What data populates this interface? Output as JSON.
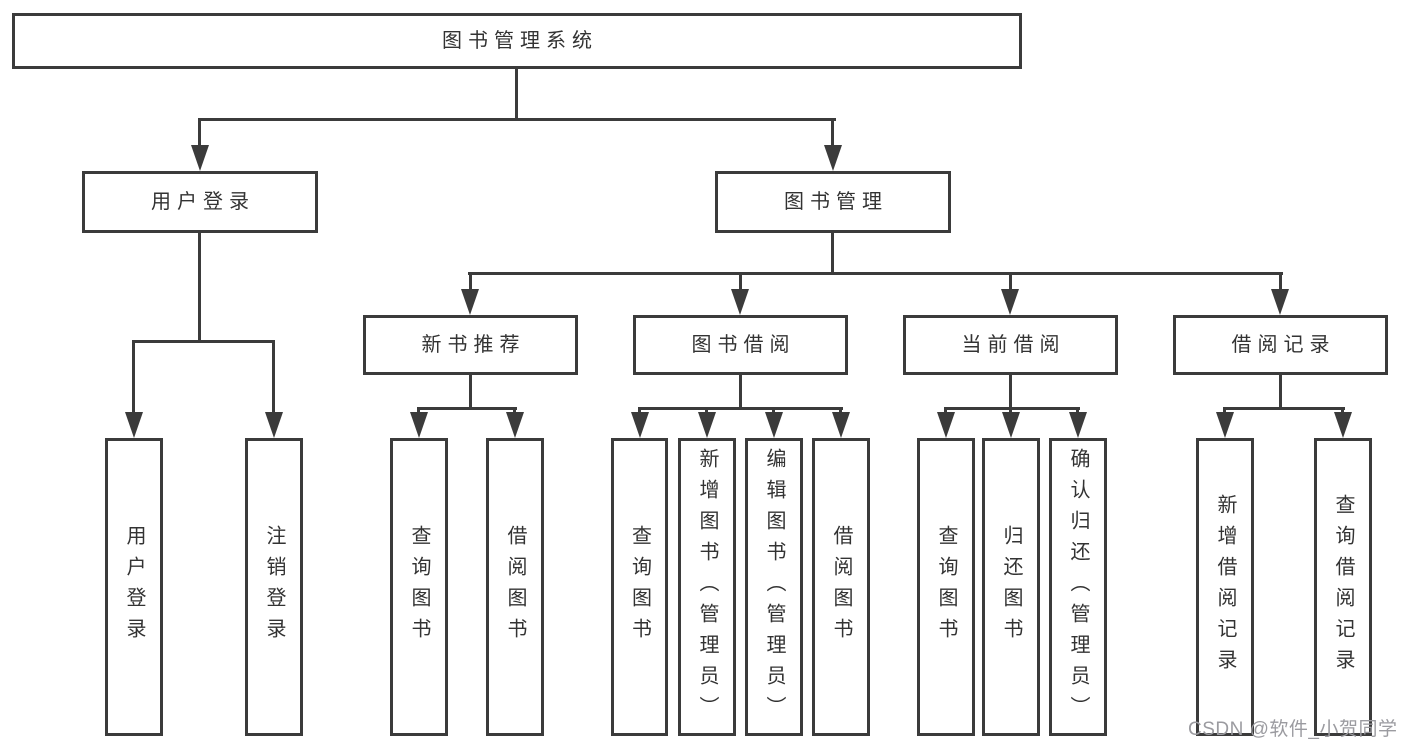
{
  "diagram": {
    "root": {
      "label": "图书管理系统"
    },
    "level2": [
      {
        "label": "用户登录"
      },
      {
        "label": "图书管理"
      }
    ],
    "level3": [
      {
        "label": "新书推荐"
      },
      {
        "label": "图书借阅"
      },
      {
        "label": "当前借阅"
      },
      {
        "label": "借阅记录"
      }
    ],
    "leaves": {
      "user_login": [
        "用户登录",
        "注销登录"
      ],
      "new_books": [
        "查询图书",
        "借阅图书"
      ],
      "book_borrow": [
        "查询图书",
        "新增图书（管理员）",
        "编辑图书（管理员）",
        "借阅图书"
      ],
      "current_borrow": [
        "查询图书",
        "归还图书",
        "确认归还（管理员）"
      ],
      "borrow_records": [
        "新增借阅记录",
        "查询借阅记录"
      ]
    }
  },
  "watermark": {
    "text": "CSDN @软件_小贺同学"
  },
  "colors": {
    "line": "#3b3b3b",
    "text": "#333333",
    "watermark": "#9b9ba0",
    "background": "#ffffff"
  }
}
